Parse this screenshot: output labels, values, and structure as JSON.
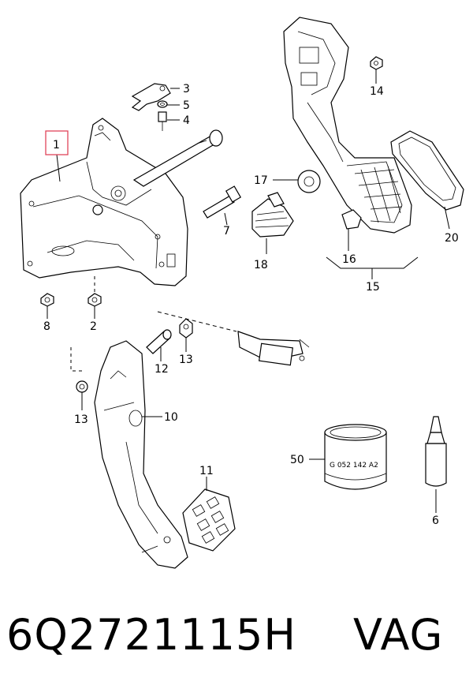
{
  "diagram": {
    "callouts": {
      "c1": "1",
      "c2": "2",
      "c3": "3",
      "c4": "4",
      "c5": "5",
      "c6": "6",
      "c7": "7",
      "c8": "8",
      "c10": "10",
      "c11": "11",
      "c12": "12",
      "c13a": "13",
      "c13b": "13",
      "c14": "14",
      "c15": "15",
      "c16": "16",
      "c17": "17",
      "c18": "18",
      "c20": "20",
      "c50": "50"
    },
    "tube_marking": "G 052 142 A2",
    "highlight_color": "#e0455a"
  },
  "footer": {
    "part_number": "6Q2721115H",
    "brand": "VAG"
  }
}
